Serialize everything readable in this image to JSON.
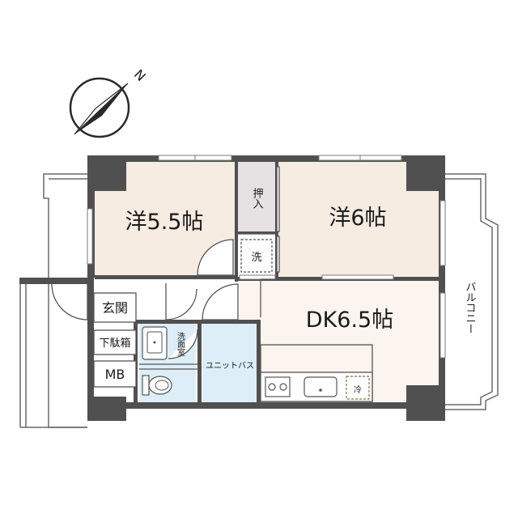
{
  "plan": {
    "compass": {
      "letter": "N"
    },
    "rooms": {
      "western_a": "洋5.5帖",
      "western_b": "洋6帖",
      "dk": "DK6.5帖",
      "entrance": "玄関",
      "shoe_cabinet": "下駄箱",
      "meter_box": "MB",
      "washroom": "洗面室",
      "unit_bath": "ユニットバス",
      "closet": "押入",
      "washer": "洗",
      "fridge": "冷",
      "balcony": "バルコニー"
    }
  },
  "colors": {
    "wall": "#505050",
    "western_floor": "#f6ece1",
    "dk_floor": "#fcf4ee",
    "bath_floor": "#ddeef8",
    "closet_floor": "#e6e2e4",
    "outline": "#555555"
  }
}
